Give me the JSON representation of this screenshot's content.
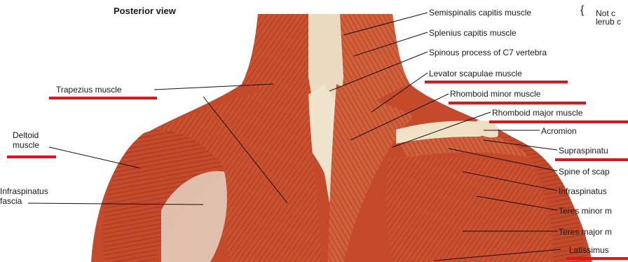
{
  "title": "Posterior view",
  "labels": {
    "semispinalis": "Semispinalis capitis muscle",
    "not_clear": "Not c",
    "not_clear2": "lerub c",
    "splenius": "Splenius capitis muscle",
    "spinous": "Spinous process of C7 vertebra",
    "levator": "Levator scapulae muscle",
    "rhomboid_minor": "Rhomboid minor muscle",
    "rhomboid_major": "Rhomboid major muscle",
    "acromion": "Acromion",
    "supraspinatus": "Supraspinatu",
    "spine_scapula": "Spine of scap",
    "infraspinatus": "Infraspinatus",
    "teres_minor": "Teres minor m",
    "teres_major": "Teres major m",
    "latissimus": "Latissimus",
    "trapezius": "Trapezius muscle",
    "deltoid_1": "Deltoid",
    "deltoid_2": "muscle",
    "infraspinatus_fascia_1": "Infraspinatus",
    "infraspinatus_fascia_2": "fascia"
  },
  "colors": {
    "highlight": "#e4121b",
    "muscle": "#c84a2c",
    "muscle_light": "#e07a55",
    "tendon": "#efe1c8"
  }
}
